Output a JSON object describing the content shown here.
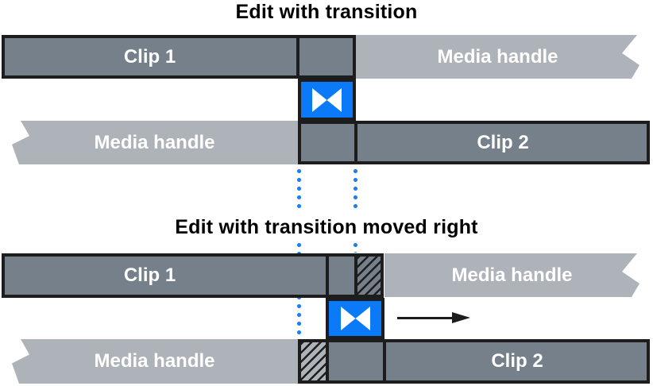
{
  "top_section": {
    "title": "Edit with transition",
    "clip1_label": "Clip 1",
    "clip2_label": "Clip 2",
    "media_handle_top_label": "Media handle",
    "media_handle_bottom_label": "Media handle"
  },
  "bottom_section": {
    "title": "Edit with transition moved right",
    "clip1_label": "Clip 1",
    "clip2_label": "Clip 2",
    "media_handle_top_label": "Media handle",
    "media_handle_bottom_label": "Media handle"
  },
  "icons": {
    "transition_top": "transition-bowtie-icon",
    "transition_bottom": "transition-bowtie-icon",
    "arrow": "move-right-arrow-icon",
    "guides": "transition-origin-dotted-guides"
  },
  "colors": {
    "clip_fill": "#75808A",
    "media_handle_fill": "#ADB3B9",
    "transition_blue": "#0A7AF8",
    "guide_dot_blue": "#1B7EF5",
    "outline": "#1D1D1D",
    "label_text": "#FFFFFF",
    "title_text": "#000000",
    "background": "#FFFFFF"
  }
}
